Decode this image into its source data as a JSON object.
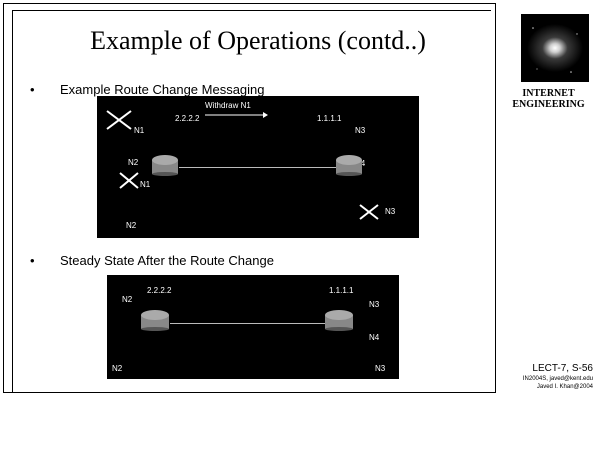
{
  "slide": {
    "title": "Example of Operations (contd..)",
    "bullets": [
      {
        "marker": "•",
        "text": "Example Route Change Messaging"
      },
      {
        "marker": "•",
        "text": "Steady State After the Route Change"
      }
    ]
  },
  "diagram1": {
    "withdraw_label": "Withdraw N1",
    "left_router": {
      "ip": "2.2.2.2",
      "nets_top": [
        "N1",
        "N2"
      ],
      "nets_bottom_marked": "N1",
      "nets_bottom": [
        "N2",
        "N3",
        "N4"
      ]
    },
    "right_router": {
      "ip": "1.1.1.1",
      "nets_top": [
        "N3",
        "N4"
      ],
      "nets_bottom": [
        "N3",
        "N4",
        "N1",
        "N2"
      ]
    }
  },
  "diagram2": {
    "left_router": {
      "ip": "2.2.2.2",
      "net_top": "N2",
      "nets_bottom": [
        "N2",
        "N3",
        "N4"
      ]
    },
    "right_router": {
      "ip": "1.1.1.1",
      "nets_top": [
        "N3",
        "N4"
      ],
      "nets_bottom": [
        "N3",
        "N4",
        "N2"
      ]
    }
  },
  "sidebar": {
    "logo_icon": "galaxy-logo-icon",
    "label_line1": "INTERNET",
    "label_line2": "ENGINEERING"
  },
  "footer": {
    "lecture": "LECT-7, S-56",
    "course": "IN2004S, javed@kent.edu",
    "author": "Javed I. Khan@2004"
  }
}
